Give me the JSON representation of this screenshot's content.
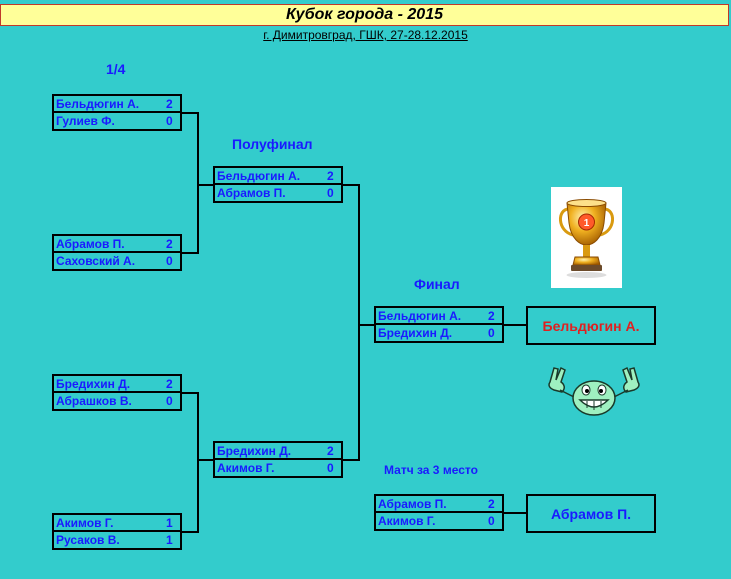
{
  "header": {
    "title": "Кубок города - 2015",
    "subtitle": "г. Димитровград, ГШК, 27-28.12.2015"
  },
  "rounds": {
    "quarter": "1/4",
    "semi": "Полуфинал",
    "final": "Финал",
    "third": "Матч за 3 место"
  },
  "quarterfinals": [
    {
      "p1": {
        "name": "Бельдюгин А.",
        "score": "2"
      },
      "p2": {
        "name": "Гулиев Ф.",
        "score": "0"
      }
    },
    {
      "p1": {
        "name": "Абрамов П.",
        "score": "2"
      },
      "p2": {
        "name": "Саховский А.",
        "score": "0"
      }
    },
    {
      "p1": {
        "name": "Бредихин Д.",
        "score": "2"
      },
      "p2": {
        "name": "Абрашков В.",
        "score": "0"
      }
    },
    {
      "p1": {
        "name": "Акимов Г.",
        "score": "1"
      },
      "p2": {
        "name": "Русаков В.",
        "score": "1"
      }
    }
  ],
  "semifinals": [
    {
      "p1": {
        "name": "Бельдюгин А.",
        "score": "2"
      },
      "p2": {
        "name": "Абрамов П.",
        "score": "0"
      }
    },
    {
      "p1": {
        "name": "Бредихин Д.",
        "score": "2"
      },
      "p2": {
        "name": "Акимов Г.",
        "score": "0"
      }
    }
  ],
  "final": {
    "p1": {
      "name": "Бельдюгин А.",
      "score": "2"
    },
    "p2": {
      "name": "Бредихин Д.",
      "score": "0"
    }
  },
  "third_place": {
    "p1": {
      "name": "Абрамов П.",
      "score": "2"
    },
    "p2": {
      "name": "Акимов Г.",
      "score": "0"
    }
  },
  "winners": {
    "champion": "Бельдюгин А.",
    "third": "Абрамов П."
  },
  "colors": {
    "background": "#33cccc",
    "title_bg": "#ffff99",
    "names": "#1a1aff",
    "champion_text": "#e02020",
    "third_text": "#1a1aff"
  },
  "icons": [
    "trophy-icon",
    "smiley-peace-icon"
  ]
}
